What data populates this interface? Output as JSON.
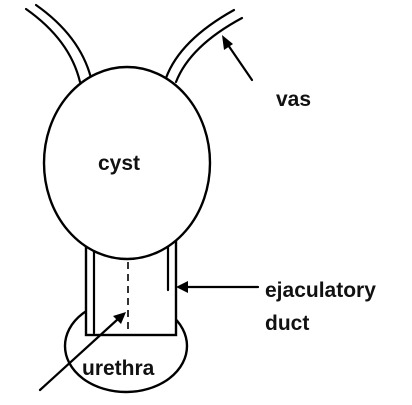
{
  "labels": {
    "vas": "vas",
    "cyst": "cyst",
    "ejaculatory": "ejaculatory",
    "duct": "duct",
    "urethra": "urethra"
  },
  "colors": {
    "line": "#000000",
    "background": "#ffffff"
  }
}
